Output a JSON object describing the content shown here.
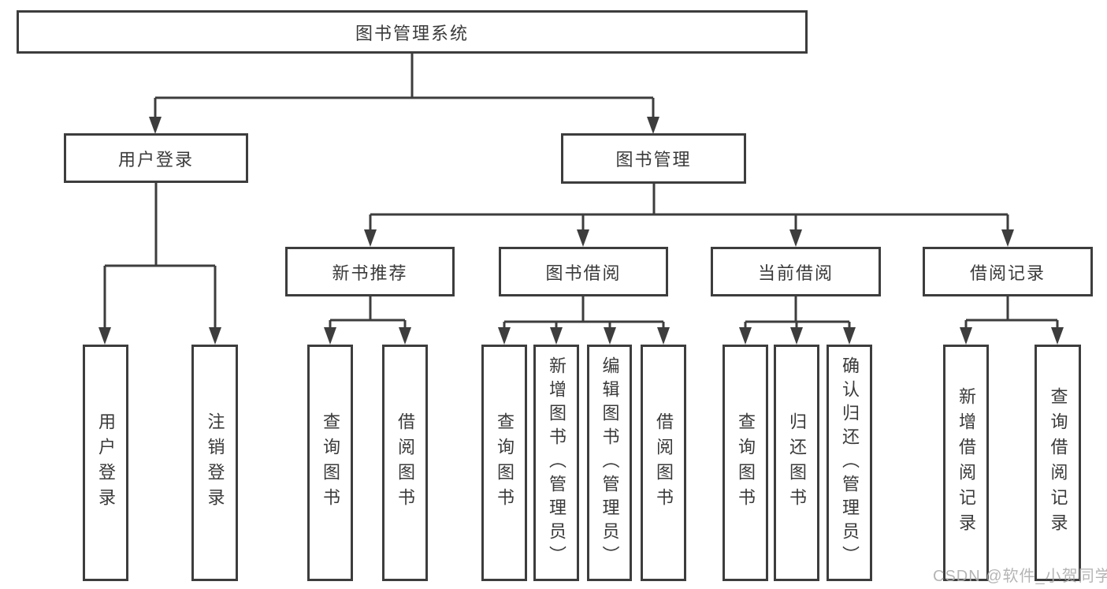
{
  "tree": {
    "root": {
      "label": "图书管理系统",
      "children": [
        {
          "label": "用户登录",
          "children": [
            {
              "label": "用户登录"
            },
            {
              "label": "注销登录"
            }
          ]
        },
        {
          "label": "图书管理",
          "children": [
            {
              "label": "新书推荐",
              "children": [
                {
                  "label": "查询图书"
                },
                {
                  "label": "借阅图书"
                }
              ]
            },
            {
              "label": "图书借阅",
              "children": [
                {
                  "label": "查询图书"
                },
                {
                  "label": "新增图书（管理员）"
                },
                {
                  "label": "编辑图书（管理员）"
                },
                {
                  "label": "借阅图书"
                }
              ]
            },
            {
              "label": "当前借阅",
              "children": [
                {
                  "label": "查询图书"
                },
                {
                  "label": "归还图书"
                },
                {
                  "label": "确认归还（管理员）"
                }
              ]
            },
            {
              "label": "借阅记录",
              "children": [
                {
                  "label": "新增借阅记录"
                },
                {
                  "label": "查询借阅记录"
                }
              ]
            }
          ]
        }
      ]
    }
  },
  "watermark": "CSDN @软件_小贺同学",
  "colors": {
    "line": "#3d3d3d",
    "text": "#3a3a3a",
    "watermark": "#adadad",
    "background": "#ffffff"
  }
}
